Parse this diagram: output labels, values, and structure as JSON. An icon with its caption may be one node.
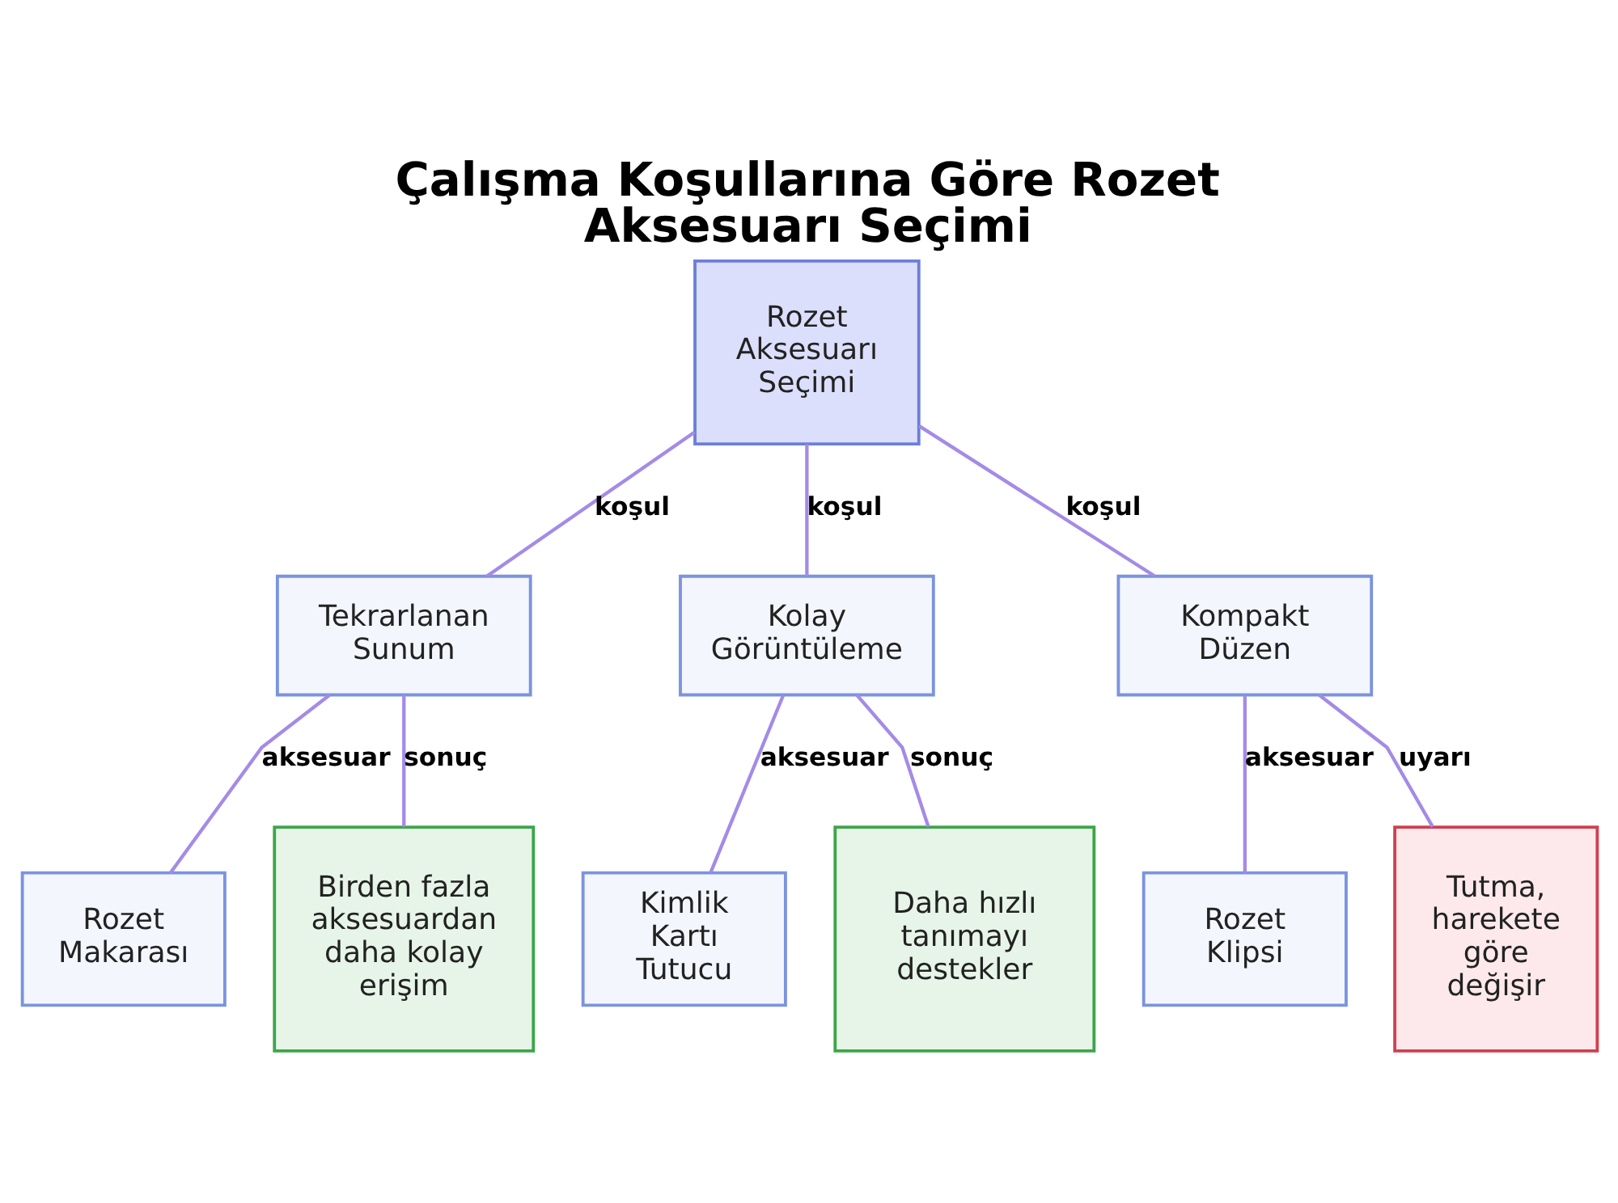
{
  "diagram": {
    "title": "Çalışma Koşullarına Göre Rozet Aksesuarı Seçimi",
    "nodes": [
      {
        "text": [
          "Rozet Aksesuarı Seçimi"
        ]
      },
      {
        "text": [
          "Tekrarlanan Sunum"
        ]
      },
      {
        "text": [
          "Kolay Görüntüleme"
        ]
      },
      {
        "text": [
          "Kompakt Düzen"
        ]
      },
      {
        "text": [
          "Rozet Makarası"
        ]
      },
      {
        "text": [
          "Birden fazla aksesuardan daha kolay erişim"
        ]
      },
      {
        "text": [
          "Kimlik Kartı Tutucu"
        ]
      },
      {
        "text": [
          "Daha hızlı tanımayı destekler"
        ]
      },
      {
        "text": [
          "Rozet Klipsi"
        ]
      },
      {
        "text": [
          "Tutma, harekete göre değişir"
        ]
      }
    ],
    "edges": [
      {
        "from": 0,
        "to": 1,
        "arrow": "none",
        "label": "koşul"
      },
      {
        "from": 0,
        "to": 2,
        "arrow": "none",
        "label": "koşul"
      },
      {
        "from": 0,
        "to": 3,
        "arrow": "none",
        "label": "koşul"
      },
      {
        "from": 1,
        "to": 4,
        "arrow": "none",
        "label": "aksesuar"
      },
      {
        "from": 1,
        "to": 5,
        "arrow": "none",
        "label": "sonuç"
      },
      {
        "from": 2,
        "to": 6,
        "arrow": "none",
        "label": "aksesuar"
      },
      {
        "from": 2,
        "to": 7,
        "arrow": "none",
        "label": "sonuç"
      },
      {
        "from": 3,
        "to": 8,
        "arrow": "none",
        "label": "aksesuar"
      },
      {
        "from": 3,
        "to": 9,
        "arrow": "none",
        "label": "uyarı"
      }
    ]
  }
}
